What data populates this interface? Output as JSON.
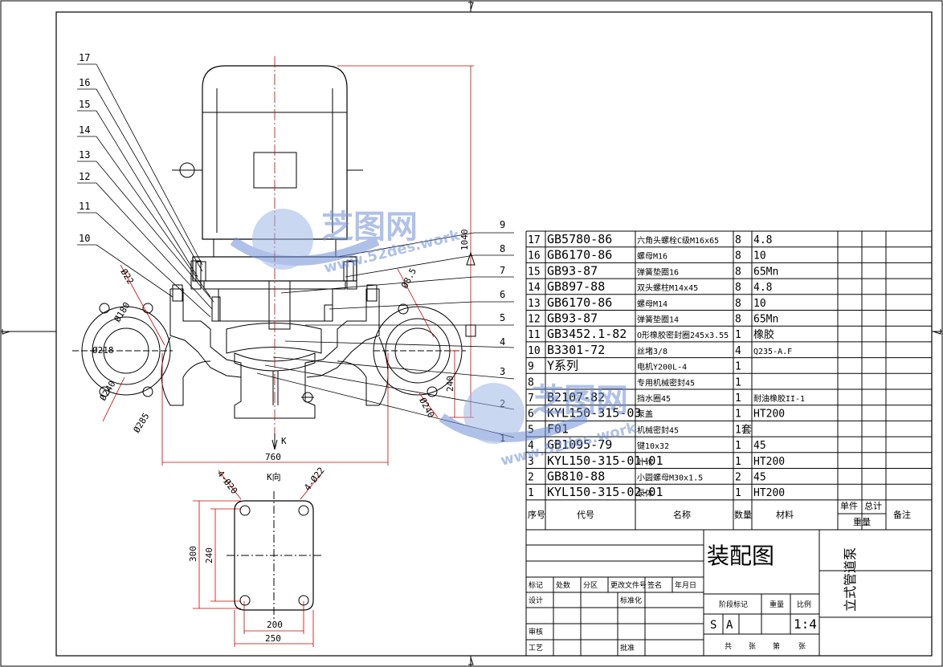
{
  "leaders": [
    "17",
    "16",
    "15",
    "14",
    "13",
    "12",
    "11",
    "10"
  ],
  "right_leaders": [
    "9",
    "8",
    "7",
    "6",
    "5",
    "4",
    "3",
    "2",
    "1"
  ],
  "dims": {
    "height": "1040",
    "width_main": "760",
    "flange_d1": "Ø22",
    "flange_d2": "Ø218",
    "flange_d3": "Ø240",
    "flange_d4": "Ø285",
    "flange_d5": "Ø180",
    "right_d1": "Ø8.5",
    "right_d2": "Ø240",
    "right_h": "240",
    "k_label": "K",
    "k_view": "K向",
    "base_hole1": "4-Ø20",
    "base_hole2": "4-Ø22",
    "base_h1": "300",
    "base_h2": "240",
    "base_w1": "200",
    "base_w2": "250"
  },
  "bom": [
    {
      "no": "17",
      "code": "GB5780-86",
      "name": "六角头螺栓C级M16x65",
      "qty": "8",
      "mat": "4.8"
    },
    {
      "no": "16",
      "code": "GB6170-86",
      "name": "螺母M16",
      "qty": "8",
      "mat": "10"
    },
    {
      "no": "15",
      "code": "GB93-87",
      "name": "弹簧垫圈16",
      "qty": "8",
      "mat": "65Mn"
    },
    {
      "no": "14",
      "code": "GB897-88",
      "name": "双头螺柱M14x45",
      "qty": "8",
      "mat": "4.8"
    },
    {
      "no": "13",
      "code": "GB6170-86",
      "name": "螺母M14",
      "qty": "8",
      "mat": "10"
    },
    {
      "no": "12",
      "code": "GB93-87",
      "name": "弹簧垫圈14",
      "qty": "8",
      "mat": "65Mn"
    },
    {
      "no": "11",
      "code": "GB3452.1-82",
      "name": "O形橡胶密封圈245x3.55",
      "qty": "1",
      "mat": "橡胶"
    },
    {
      "no": "10",
      "code": "B3301-72",
      "name": "丝堵3/8",
      "qty": "4",
      "mat": "Q235-A.F"
    },
    {
      "no": "9",
      "code": "Y系列",
      "name": "电机Y200L-4",
      "qty": "1",
      "mat": ""
    },
    {
      "no": "8",
      "code": "",
      "name": "专用机械密封45",
      "qty": "1",
      "mat": ""
    },
    {
      "no": "7",
      "code": "B2107-82",
      "name": "挡水圈45",
      "qty": "1",
      "mat": "耐油橡胶II-1"
    },
    {
      "no": "6",
      "code": "KYL150-315-03",
      "name": "泵盖",
      "qty": "1",
      "mat": "HT200"
    },
    {
      "no": "5",
      "code": "F01",
      "name": "机械密封45",
      "qty": "1套",
      "mat": ""
    },
    {
      "no": "4",
      "code": "GB1095-79",
      "name": "键10x32",
      "qty": "1",
      "mat": "45"
    },
    {
      "no": "3",
      "code": "KYL150-315-01-01",
      "name": "叶轮",
      "qty": "1",
      "mat": "HT200"
    },
    {
      "no": "2",
      "code": "GB810-88",
      "name": "小圆螺母M30x1.5",
      "qty": "2",
      "mat": "45"
    },
    {
      "no": "1",
      "code": "KYL150-315-02-01",
      "name": "泵体",
      "qty": "1",
      "mat": "HT200"
    }
  ],
  "bom_header": {
    "no": "序号",
    "code": "代号",
    "name": "名称",
    "qty": "数量",
    "mat": "材料",
    "unit": "单件",
    "total": "总计",
    "weight": "重量",
    "note": "备注"
  },
  "title_block": {
    "title": "装配图",
    "product": "立式管道泵",
    "mark": "标记",
    "count": "处数",
    "zone": "分区",
    "change_no": "更改文件号",
    "sign": "签名",
    "date": "年月日",
    "design": "设计",
    "standard": "标准化",
    "review": "审核",
    "process": "工艺",
    "approve": "批准",
    "stage": "阶段标记",
    "weight": "重量",
    "scale_label": "比例",
    "s": "S",
    "a": "A",
    "scale": "1:4",
    "sheets": "共",
    "sheet_no": "张",
    "of": "第"
  },
  "watermark": {
    "brand": "芝图网",
    "url": "www.52des.work"
  }
}
